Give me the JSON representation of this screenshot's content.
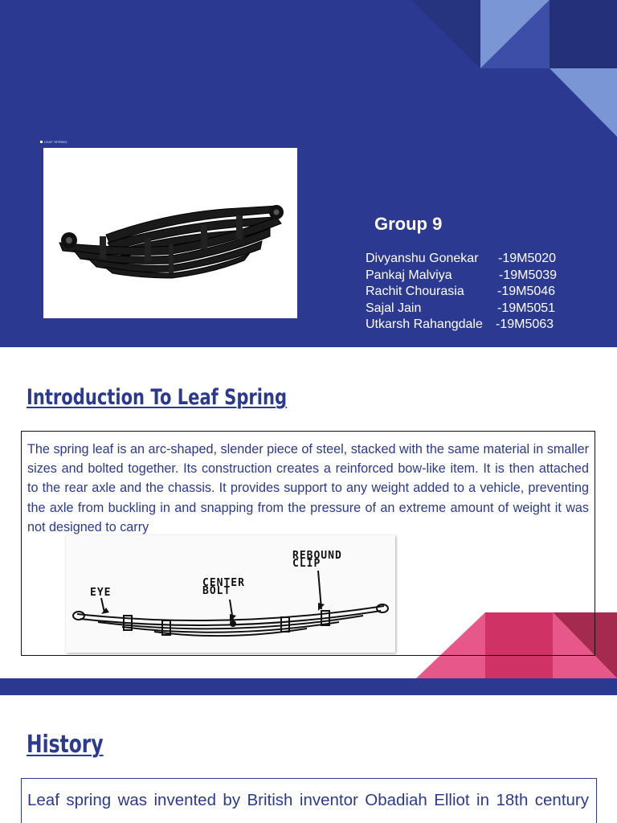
{
  "slide1": {
    "image_caption": "LEAF SPRING",
    "group_title": "Group 9",
    "members": [
      {
        "name": "Divyanshu Gonekar",
        "roll": "-19M5020"
      },
      {
        "name": "Pankaj Malviya",
        "roll": "-19M5039"
      },
      {
        "name": "Rachit Chourasia",
        "roll": "-19M5046"
      },
      {
        "name": "Sajal Jain",
        "roll": "-19M5051"
      },
      {
        "name": "Utkarsh Rahangdale",
        "roll": "-19M5063"
      }
    ]
  },
  "slide2": {
    "title": "Introduction To Leaf Spring",
    "body": "The spring leaf is an arc-shaped, slender piece of steel, stacked with the same material in smaller sizes and bolted together. Its construction creates a reinforced bow-like item. It is then attached to the rear axle and the chassis. It provides support to any weight added to a vehicle, preventing the axle from buckling in and snapping from the pressure of an extreme amount of weight it was not designed to carry",
    "diagram_labels": {
      "eye": "EYE",
      "center_bolt_1": "CENTER",
      "center_bolt_2": "BOLT",
      "rebound_clip_1": "REBOUND",
      "rebound_clip_2": "CLIP"
    }
  },
  "slide3": {
    "title": "History",
    "body": "Leaf spring was invented by British inventor Obadiah Elliot in 18th century"
  },
  "colors": {
    "navy": "#2b3990",
    "light_blue": "#7b96d4",
    "mid_blue": "#3c4ea8",
    "pink": "#e8578a",
    "magenta": "#cf3366",
    "maroon": "#a52a50"
  }
}
